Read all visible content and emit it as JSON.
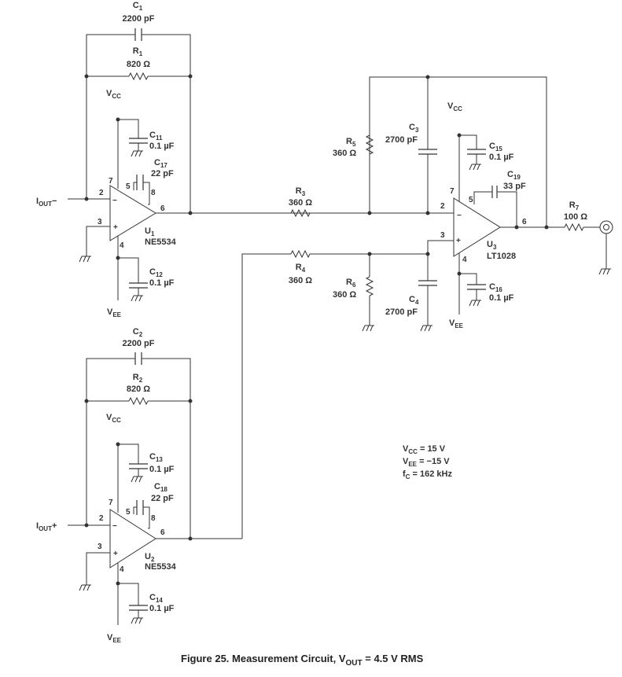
{
  "figure": {
    "caption_prefix": "Figure 25. Measurement Circuit, V",
    "caption_sub": "OUT",
    "caption_suffix": " = 4.5 V RMS"
  },
  "components": {
    "c1": {
      "ref": "C",
      "sub": "1",
      "value": "2200 pF"
    },
    "r1": {
      "ref": "R",
      "sub": "1",
      "value": "820 Ω"
    },
    "c11": {
      "ref": "C",
      "sub": "11",
      "value": "0.1 µF"
    },
    "c17": {
      "ref": "C",
      "sub": "17",
      "value": "22 pF"
    },
    "u1": {
      "ref": "U",
      "sub": "1",
      "value": "NE5534"
    },
    "c12": {
      "ref": "C",
      "sub": "12",
      "value": "0.1 µF"
    },
    "c2": {
      "ref": "C",
      "sub": "2",
      "value": "2200 pF"
    },
    "r2": {
      "ref": "R",
      "sub": "2",
      "value": "820 Ω"
    },
    "c13": {
      "ref": "C",
      "sub": "13",
      "value": "0.1 µF"
    },
    "c18": {
      "ref": "C",
      "sub": "18",
      "value": "22 pF"
    },
    "u2": {
      "ref": "U",
      "sub": "2",
      "value": "NE5534"
    },
    "c14": {
      "ref": "C",
      "sub": "14",
      "value": "0.1 µF"
    },
    "r3": {
      "ref": "R",
      "sub": "3",
      "value": "360 Ω"
    },
    "r4": {
      "ref": "R",
      "sub": "4",
      "value": "360 Ω"
    },
    "r5": {
      "ref": "R",
      "sub": "5",
      "value": "360 Ω"
    },
    "r6": {
      "ref": "R",
      "sub": "6",
      "value": "360 Ω"
    },
    "c3": {
      "ref": "C",
      "sub": "3",
      "value": "2700 pF"
    },
    "c4": {
      "ref": "C",
      "sub": "4",
      "value": "2700 pF"
    },
    "c15": {
      "ref": "C",
      "sub": "15",
      "value": "0.1 µF"
    },
    "c16": {
      "ref": "C",
      "sub": "16",
      "value": "0.1 µF"
    },
    "c19": {
      "ref": "C",
      "sub": "19",
      "value": "33 pF"
    },
    "u3": {
      "ref": "U",
      "sub": "3",
      "value": "LT1028"
    },
    "r7": {
      "ref": "R",
      "sub": "7",
      "value": "100 Ω"
    }
  },
  "supplies": {
    "vcc": {
      "main": "V",
      "sub": "CC"
    },
    "vee": {
      "main": "V",
      "sub": "EE"
    }
  },
  "inputs": {
    "iout_minus": {
      "main": "I",
      "sub": "OUT",
      "suffix": "−"
    },
    "iout_plus": {
      "main": "I",
      "sub": "OUT",
      "suffix": "+"
    }
  },
  "pins": {
    "p2": "2",
    "p3": "3",
    "p4": "4",
    "p5": "5",
    "p6": "6",
    "p7": "7",
    "p8": "8",
    "minus": "−",
    "plus": "+"
  },
  "conditions": {
    "vcc": {
      "main": "V",
      "sub": "CC",
      "rest": " = 15 V"
    },
    "vee": {
      "main": "V",
      "sub": "EE",
      "rest": " = −15 V"
    },
    "fc": {
      "main": "f",
      "sub": "C",
      "rest": " = 162 kHz"
    }
  }
}
